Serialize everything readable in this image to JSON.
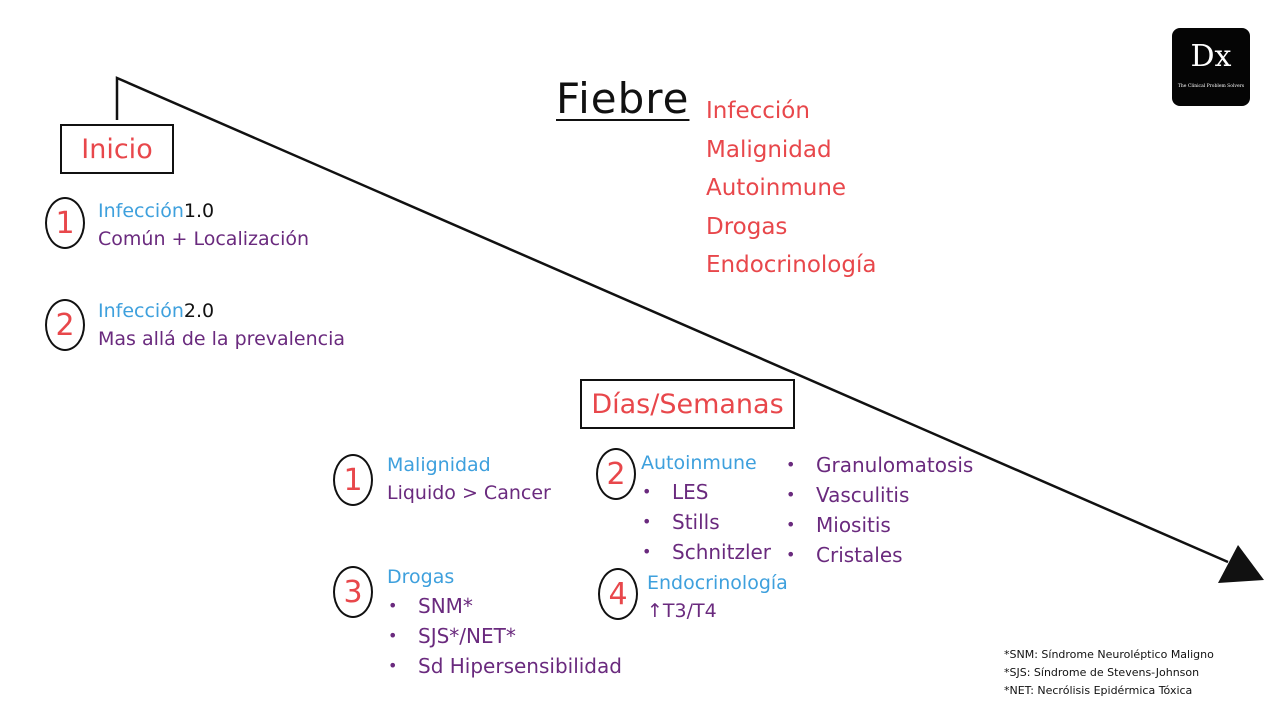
{
  "title": "Fiebre",
  "causes": [
    "Infección",
    "Malignidad",
    "Autoinmune",
    "Drogas",
    "Endocrinología"
  ],
  "inicio": {
    "label": "Inicio",
    "items": [
      {
        "number": "1",
        "heading": "Infección",
        "version": "1.0",
        "detail": "Común + Localización"
      },
      {
        "number": "2",
        "heading": "Infección",
        "version": "2.0",
        "detail": "Mas allá de la prevalencia"
      }
    ]
  },
  "dias": {
    "label": "Días/Semanas",
    "malignidad": {
      "number": "1",
      "heading": "Malignidad",
      "detail": "Liquido > Cancer"
    },
    "autoinmune": {
      "number": "2",
      "heading": "Autoinmune",
      "list_a": [
        "LES",
        "Stills",
        "Schnitzler"
      ],
      "list_b": [
        "Granulomatosis",
        "Vasculitis",
        "Miositis",
        "Cristales"
      ]
    },
    "drogas": {
      "number": "3",
      "heading": "Drogas",
      "list": [
        "SNM*",
        "SJS*/NET*",
        "Sd Hipersensibilidad"
      ]
    },
    "endocrinologia": {
      "number": "4",
      "heading": "Endocrinología",
      "detail": "↑T3/T4"
    }
  },
  "logo": {
    "mark": "Dx",
    "subtitle": "The Clinical Problem Solvers"
  },
  "footnotes": [
    "*SNM: Síndrome Neuroléptico Maligno",
    "*SJS: Síndrome de Stevens-Johnson",
    "*NET: Necrólisis Epidérmica Tóxica"
  ],
  "colors": {
    "red": "#e8474b",
    "blue": "#3ea0dd",
    "purple": "#6a2a7e",
    "ink": "#111111"
  }
}
